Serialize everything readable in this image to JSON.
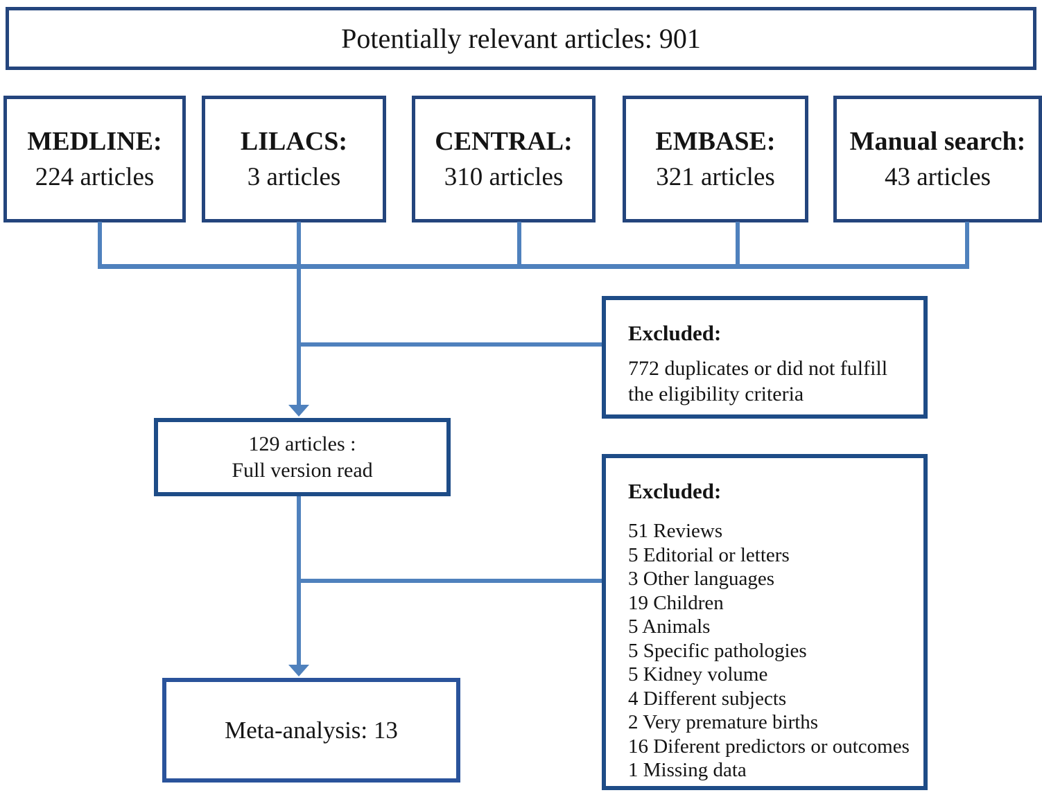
{
  "title_box": {
    "text": "Potentially relevant articles: 901"
  },
  "sources": [
    {
      "name": "MEDLINE:",
      "count": "224 articles"
    },
    {
      "name": "LILACS:",
      "count": "3 articles"
    },
    {
      "name": "CENTRAL:",
      "count": "310 articles"
    },
    {
      "name": "EMBASE:",
      "count": "321 articles"
    },
    {
      "name": "Manual search:",
      "count": "43 articles"
    }
  ],
  "screening_box": {
    "line1": "129 articles :",
    "line2": "Full version read"
  },
  "excluded_first": {
    "heading": "Excluded:",
    "line1": "772 duplicates or did not fulfill",
    "line2": "the eligibility criteria"
  },
  "excluded_second": {
    "heading": "Excluded:",
    "items": [
      "51 Reviews",
      "5 Editorial or letters",
      "3 Other languages",
      "19 Children",
      "5 Animals",
      "5 Specific pathologies",
      "5 Kidney volume",
      "4 Different subjects",
      "2 Very premature births",
      "16 Diferent predictors or outcomes",
      "1 Missing data"
    ]
  },
  "final_box": {
    "text": "Meta-analysis: 13"
  },
  "colors": {
    "box_border_dark": "#24457d",
    "box_border_mid": "#1e4c87",
    "box_border_final": "#2a539b",
    "connector": "#4f81bd",
    "text": "#141414",
    "background": "#ffffff"
  }
}
